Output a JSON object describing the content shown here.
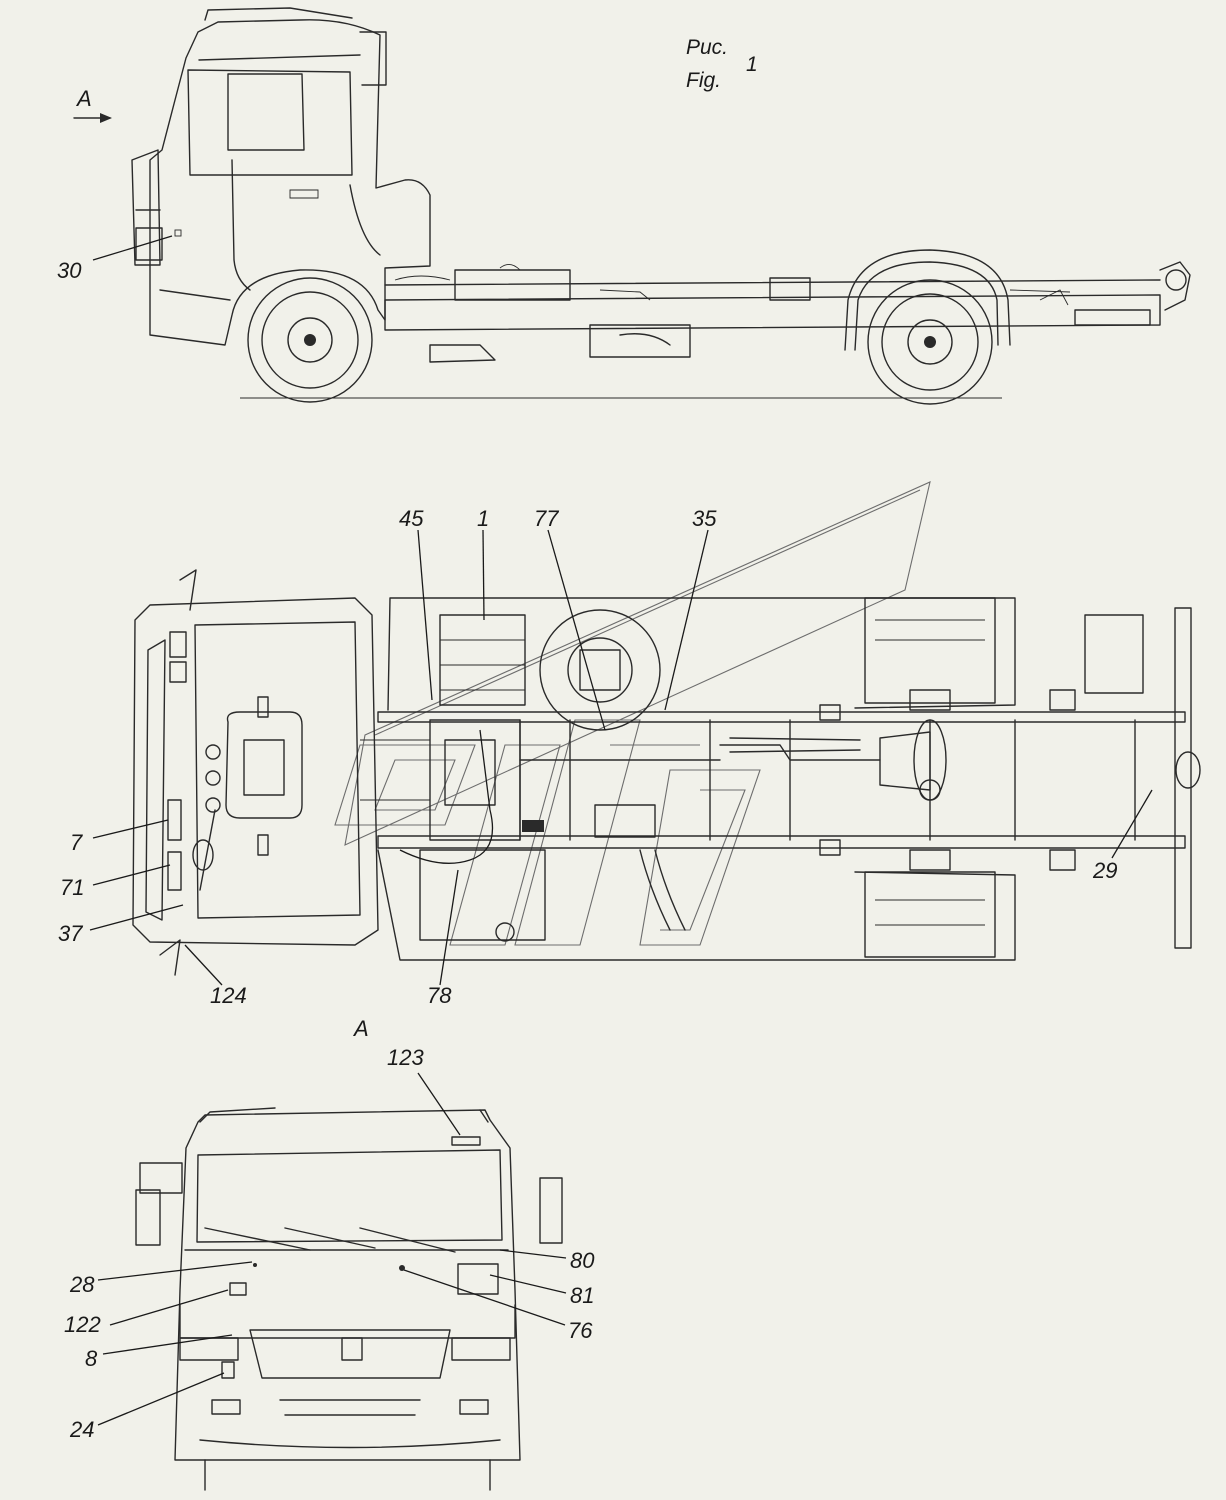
{
  "title_ru": "Рис.",
  "title_en": "Fig.",
  "figure_number": "1",
  "view_marker": "A",
  "view_title": "A",
  "callouts": {
    "c30": "30",
    "c45": "45",
    "c1": "1",
    "c77": "77",
    "c35": "35",
    "c7": "7",
    "c71": "71",
    "c37": "37",
    "c124": "124",
    "c78": "78",
    "c29": "29",
    "c123": "123",
    "c28": "28",
    "c122": "122",
    "c8": "8",
    "c24": "24",
    "c80": "80",
    "c81": "81",
    "c76": "76"
  }
}
